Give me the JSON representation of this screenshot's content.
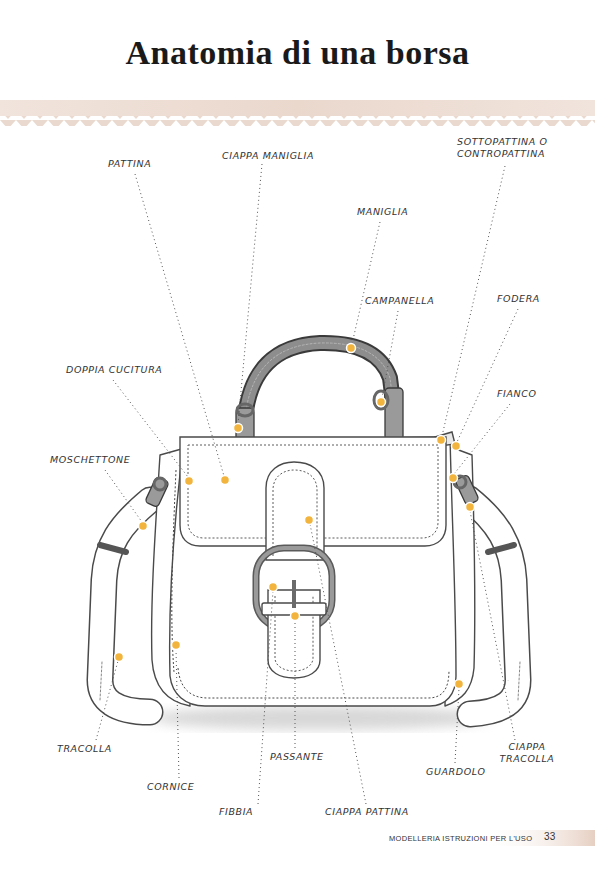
{
  "diagram": {
    "title": "Anatomia di una borsa",
    "labels": [
      "PATTINA",
      "CIAPPA MANIGLIA",
      "SOTTOPATTINA O CONTROPATTINA",
      "MANIGLIA",
      "CAMPANELLA",
      "FODERA",
      "DOPPIA CUCITURA",
      "FIANCO",
      "MOSCHETTONE",
      "TRACOLLA",
      "CORNICE",
      "FIBBIA",
      "PASSANTE",
      "CIAPPA PATTINA",
      "GUARDOLO",
      "CIAPPA TRACOLLA",
      "MODELLERIA ISTRUZIONI PER L'USO",
      "33"
    ]
  }
}
